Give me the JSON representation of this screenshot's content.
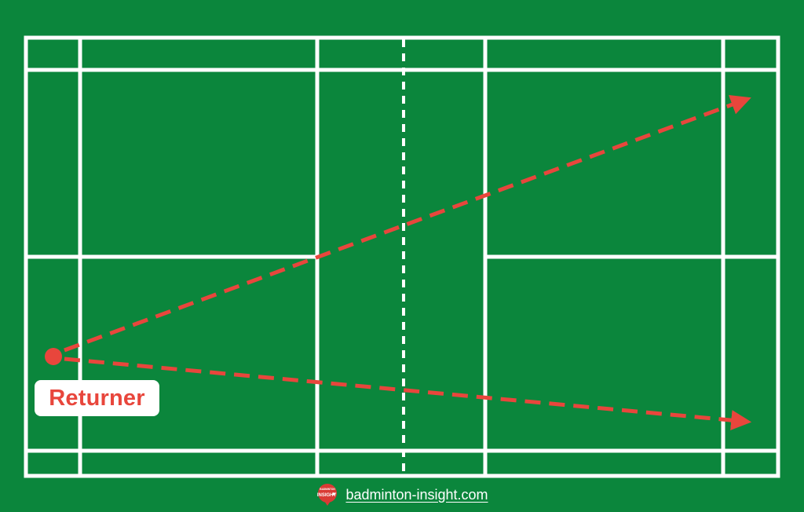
{
  "colors": {
    "court_green": "#0b863c",
    "line_white": "#ffffff",
    "shot_red": "#e8463c"
  },
  "diagram": {
    "player_label": "Returner"
  },
  "footer": {
    "logo_text_top": "BADMINTON",
    "logo_text_main": "INSIGHT",
    "site_url": "badminton-insight.com"
  }
}
